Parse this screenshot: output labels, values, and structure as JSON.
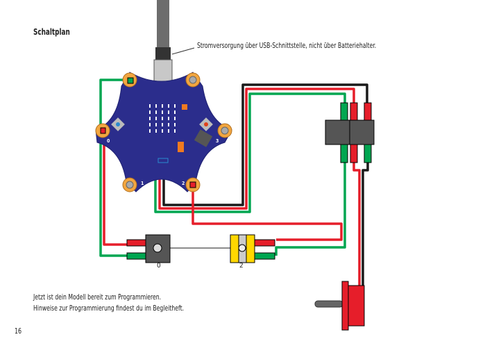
{
  "heading": "Schaltplan",
  "callout": "Stromversorgung über USB-Schnittstelle, nicht über Batteriehalter.",
  "instructions": [
    "Jetzt ist dein Modell bereit zum Programmieren.",
    "Hinweise zur Programmierung findest du im Begleitheft."
  ],
  "page_number": "16",
  "diagram": {
    "component_labels": [
      "0",
      "2"
    ],
    "board_pin_labels": [
      "0",
      "1",
      "2",
      "3",
      "-",
      "+"
    ],
    "colors": {
      "board": "#2b2d8c",
      "pad": "#f2a640",
      "wire_red": "#e61e2a",
      "wire_green": "#00a651",
      "wire_black": "#1a1a1a",
      "switch_yellow": "#ffd700",
      "motor": "#e61e2a"
    }
  }
}
